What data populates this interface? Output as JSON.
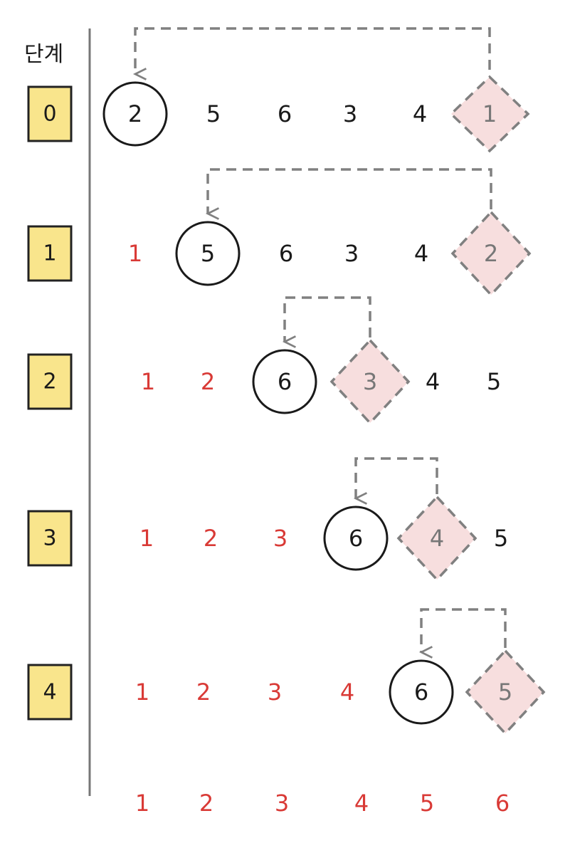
{
  "title": "단계",
  "colors": {
    "sorted": "#d93a36",
    "unsorted": "#1a1a1a",
    "swapped": "#777777",
    "label_box": "#f9e58c",
    "diamond_fill": "#f7dede",
    "dashed_stroke": "#808080",
    "axis": "#777777"
  },
  "steps": [
    {
      "label": "0",
      "values": [
        "2",
        "5",
        "6",
        "3",
        "4",
        "1"
      ],
      "sorted_count": 0,
      "circle_index": 0,
      "diamond_index": 5
    },
    {
      "label": "1",
      "values": [
        "1",
        "5",
        "6",
        "3",
        "4",
        "2"
      ],
      "sorted_count": 1,
      "circle_index": 1,
      "diamond_index": 5
    },
    {
      "label": "2",
      "values": [
        "1",
        "2",
        "6",
        "3",
        "4",
        "5"
      ],
      "sorted_count": 2,
      "circle_index": 2,
      "diamond_index": 3
    },
    {
      "label": "3",
      "values": [
        "1",
        "2",
        "3",
        "6",
        "4",
        "5"
      ],
      "sorted_count": 3,
      "circle_index": 3,
      "diamond_index": 4
    },
    {
      "label": "4",
      "values": [
        "1",
        "2",
        "3",
        "4",
        "6",
        "5"
      ],
      "sorted_count": 4,
      "circle_index": 4,
      "diamond_index": 5
    }
  ],
  "final_row": {
    "values": [
      "1",
      "2",
      "3",
      "4",
      "5",
      "6"
    ]
  }
}
